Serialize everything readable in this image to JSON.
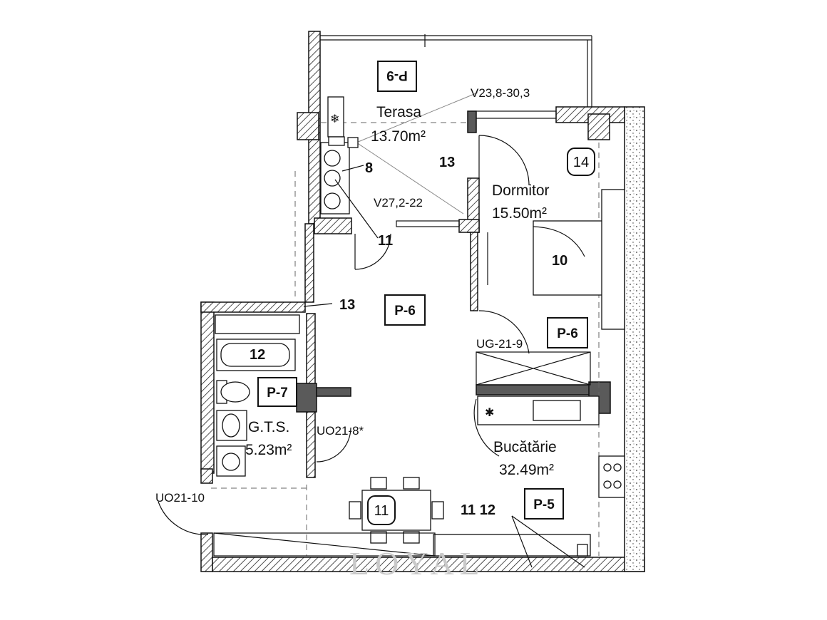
{
  "rooms": {
    "terrace": {
      "name": "Terasa",
      "area": "13.70m²"
    },
    "bedroom": {
      "name": "Dormitor",
      "area": "15.50m²"
    },
    "bathroom": {
      "name": "G.T.S.",
      "area": "5.23m²"
    },
    "kitchen": {
      "name": "Bucătărie",
      "area": "32.49m²"
    }
  },
  "tags": {
    "p9": "P-9",
    "p6_living": "P-6",
    "p6_bedroom": "P-6",
    "p7": "P-7",
    "p5": "P-5"
  },
  "circled": {
    "c14": "14",
    "c11": "11"
  },
  "numbers": {
    "n8": "8",
    "n13_terrace": "13",
    "n11_hall": "11",
    "n13_hall": "13",
    "n10": "10",
    "n12_bath": "12",
    "n11_12": "11 12"
  },
  "codes": {
    "window_terrace": "V23,8-30,3",
    "window_hall": "V27,2-22",
    "door_bedroom": "UG-21-9",
    "door_bath": "UO21-8*",
    "door_entry": "UO21-10"
  },
  "watermark": "LOYAL"
}
